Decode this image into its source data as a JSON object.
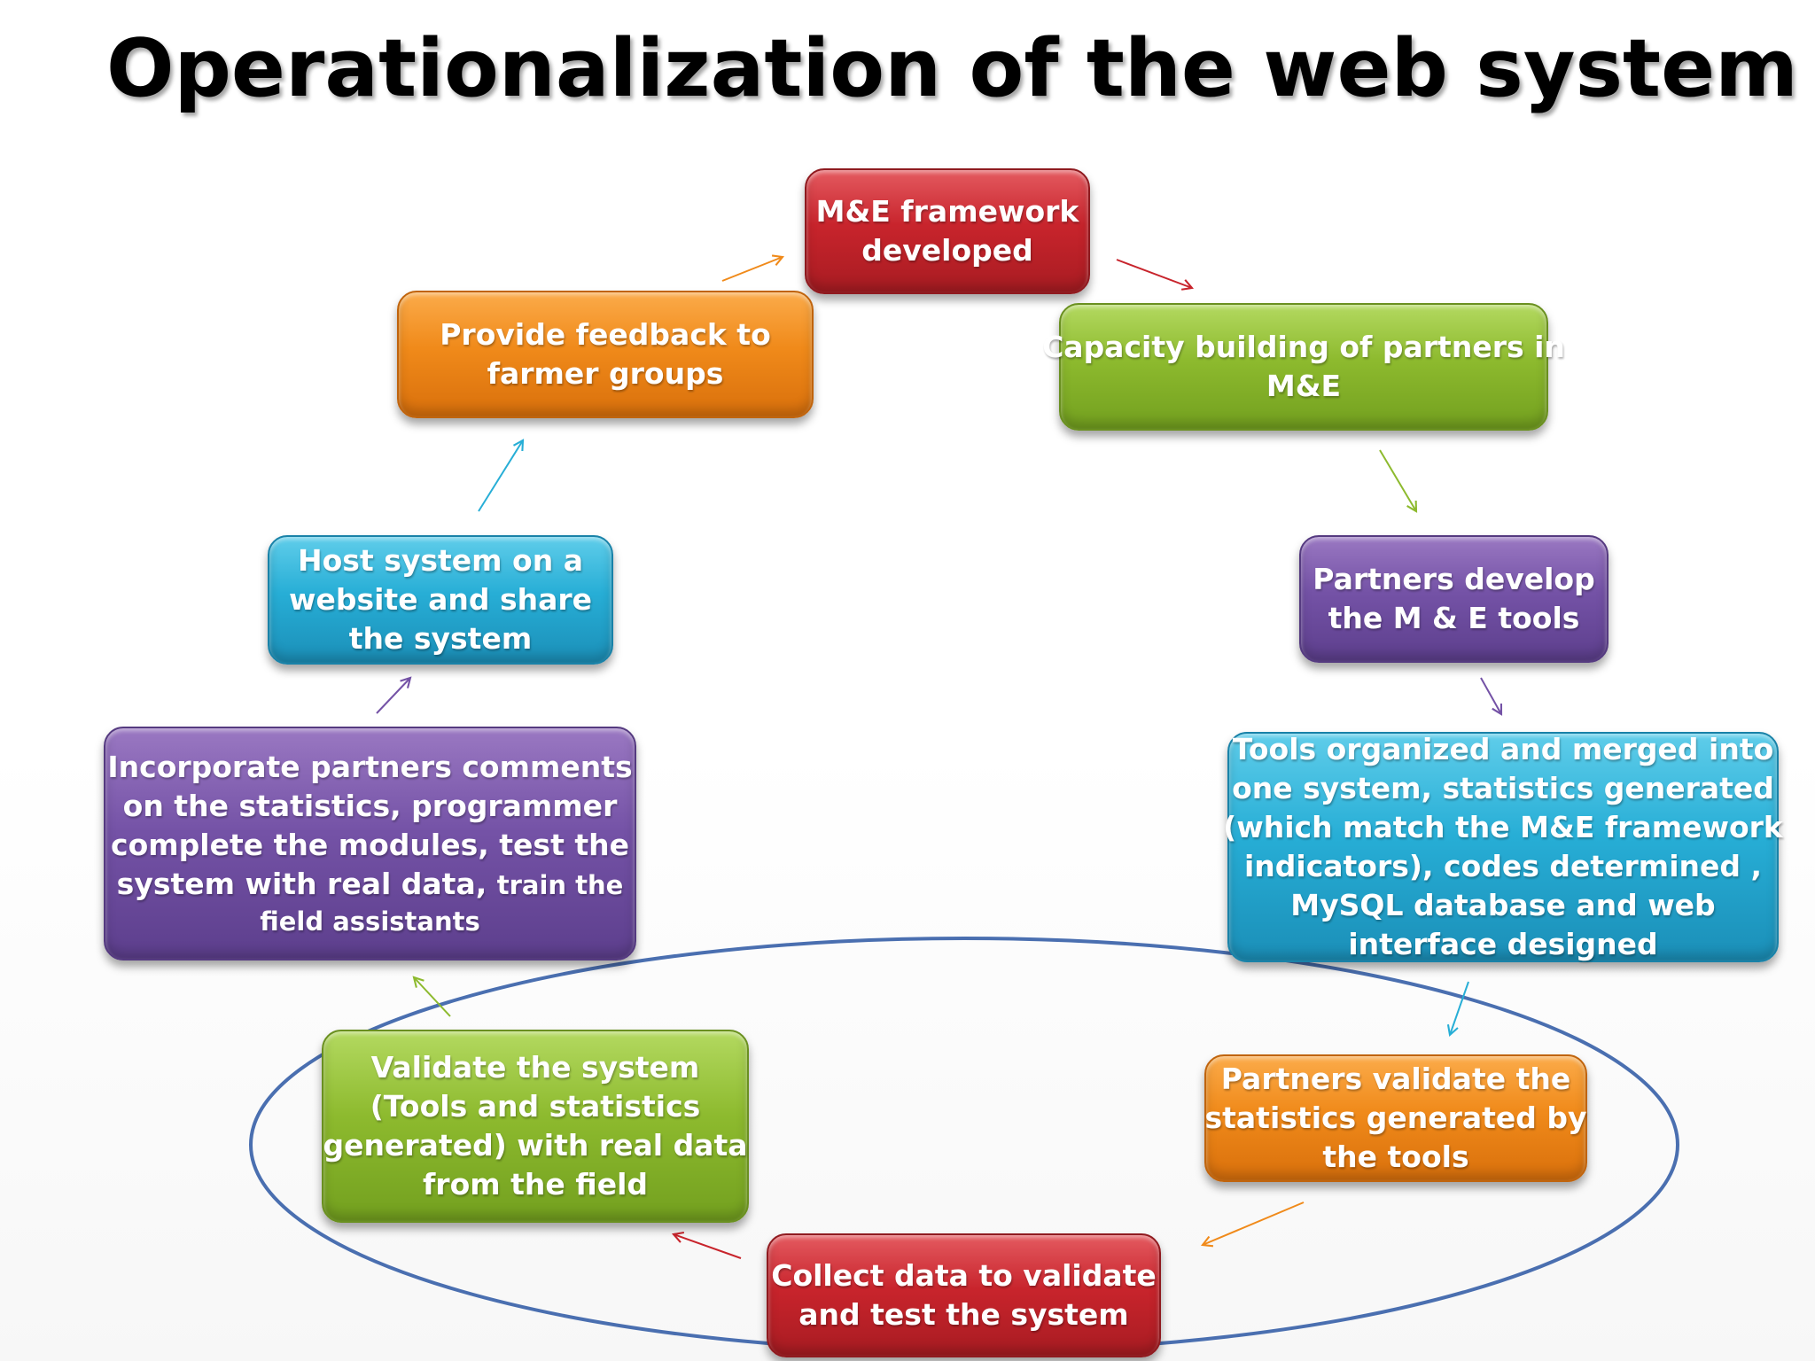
{
  "title": "Operationalization of the web system",
  "steps": [
    {
      "lines": [
        "M&E framework",
        "developed"
      ],
      "color": "red"
    },
    {
      "lines": [
        "Capacity building of partners in",
        "M&E"
      ],
      "color": "green"
    },
    {
      "lines": [
        "Partners develop",
        "the M & E tools"
      ],
      "color": "purple"
    },
    {
      "lines": [
        "Tools organized and merged into",
        "one system, statistics generated",
        "(which match the M&E framework",
        "indicators), codes determined ,",
        "MySQL database and web",
        "interface designed"
      ],
      "color": "cyan"
    },
    {
      "lines": [
        "Partners  validate the",
        "statistics generated by",
        "the tools"
      ],
      "color": "orange"
    },
    {
      "lines": [
        "Collect data to validate",
        "and test the system"
      ],
      "color": "red"
    },
    {
      "lines": [
        "Validate  the system",
        "(Tools and statistics",
        "generated) with real data",
        "from the field"
      ],
      "color": "green"
    },
    {
      "lines": [
        "Incorporate partners comments",
        "on the statistics, programmer",
        "complete the modules, test the",
        "system with  real data,",
        "train the",
        "field assistants"
      ],
      "color": "purple"
    },
    {
      "lines": [
        "Host system on a",
        "website and share",
        "the system"
      ],
      "color": "cyan"
    },
    {
      "lines": [
        "Provide feedback to",
        "farmer groups"
      ],
      "color": "orange"
    }
  ],
  "colors": {
    "red": "#c8242c",
    "orange": "#f08a1a",
    "green": "#8dba2e",
    "purple": "#7452a6",
    "cyan": "#27aed6",
    "ellipse": "#4a6fb0"
  }
}
